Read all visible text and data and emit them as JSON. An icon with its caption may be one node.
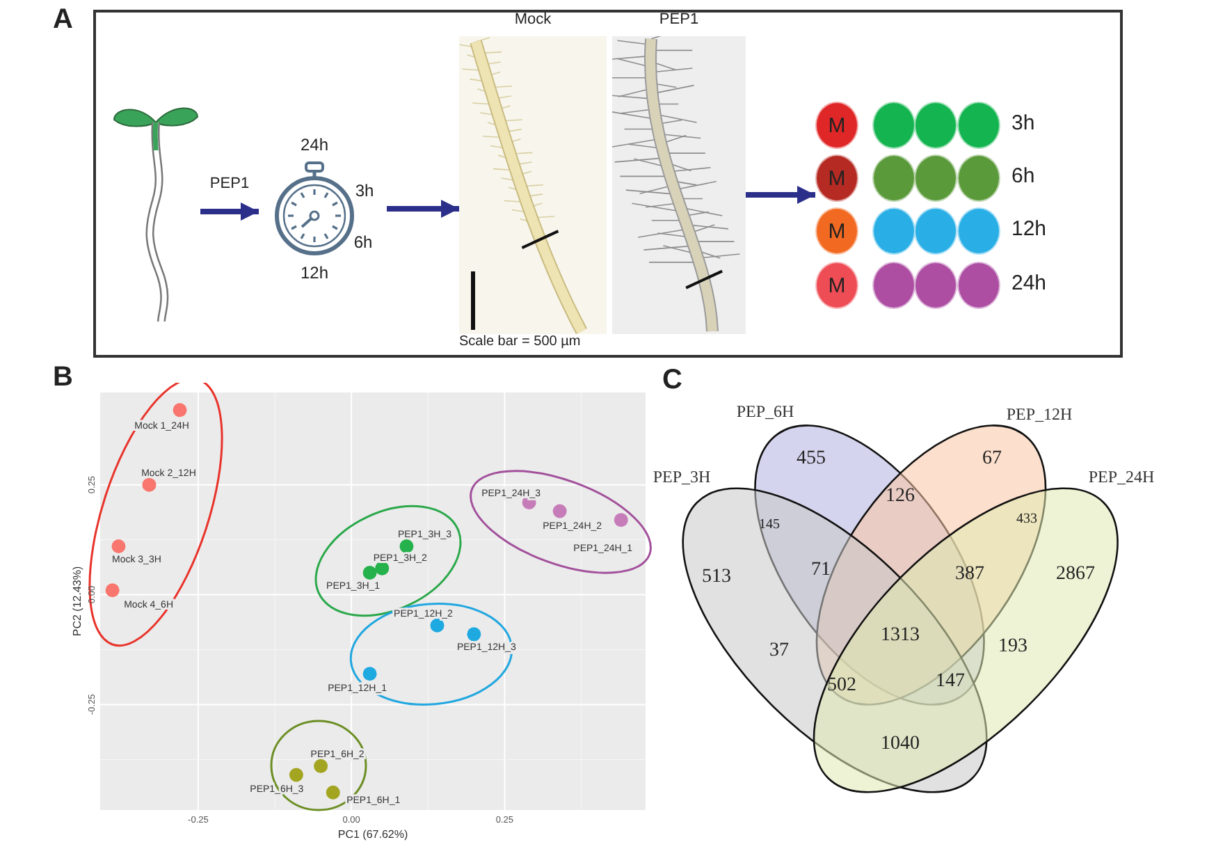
{
  "diagram": {
    "nodes": [
      {
        "text": [],
        "shape": "picture"
      },
      {
        "text": [
          "24h",
          "3h",
          "6h",
          "12h"
        ]
      },
      {
        "text": [
          "Mock"
        ]
      },
      {
        "text": [
          "PEP1"
        ]
      },
      {
        "text": [
          "M"
        ]
      },
      {
        "text": [],
        "shape": "circle"
      },
      {
        "text": [],
        "shape": "circle"
      },
      {
        "text": [],
        "shape": "circle"
      },
      {
        "text": [
          "M"
        ]
      },
      {
        "text": [],
        "shape": "circle"
      },
      {
        "text": [],
        "shape": "circle"
      },
      {
        "text": [],
        "shape": "circle"
      },
      {
        "text": [
          "M"
        ]
      },
      {
        "text": [],
        "shape": "circle"
      },
      {
        "text": [],
        "shape": "circle"
      },
      {
        "text": [],
        "shape": "circle"
      },
      {
        "text": [
          "M"
        ]
      },
      {
        "text": [],
        "shape": "circle"
      },
      {
        "text": [],
        "shape": "circle"
      },
      {
        "text": [],
        "shape": "circle"
      },
      {
        "text": [
          "PEP_6H"
        ]
      },
      {
        "text": [
          "PEP_12H"
        ]
      },
      {
        "text": [
          "PEP_3H"
        ]
      },
      {
        "text": [
          "PEP_24H"
        ]
      }
    ],
    "edges": [
      {
        "from": 0,
        "to": 1,
        "arrow": "to",
        "label": "PEP1"
      },
      {
        "from": 1,
        "to": 2,
        "arrow": "to"
      },
      {
        "from": 3,
        "to": 8,
        "arrow": "to"
      }
    ],
    "labels": [
      "A",
      "B",
      "C",
      "Scale bar = 500 µm",
      "3h",
      "6h",
      "12h",
      "24h",
      "455",
      "67",
      "126",
      "145",
      "433",
      "513",
      "71",
      "387",
      "2867",
      "1313",
      "37",
      "193",
      "502",
      "147",
      "1040"
    ],
    "chart_data": {
      "type": "scatter",
      "grid": true,
      "xlabel": "PC1 (67.62%)",
      "ylabel": "PC2 (12.43%)",
      "xlim": [
        -0.41,
        0.48
      ],
      "ylim": [
        -0.49,
        0.46
      ],
      "xticks": [
        {
          "value": -0.25,
          "label": "-0.25"
        },
        {
          "value": 0,
          "label": "0.00"
        },
        {
          "value": 0.25,
          "label": "0.25"
        }
      ],
      "yticks": [
        {
          "value": 0.25,
          "label": "0.25"
        },
        {
          "value": 0,
          "label": "0.00"
        },
        {
          "value": -0.25,
          "label": "-0.25"
        }
      ],
      "series": [
        {
          "color": "#f8766d",
          "x": [
            -0.28,
            -0.33,
            -0.38,
            -0.39
          ],
          "values": [
            0.42,
            0.25,
            0.11,
            0.01
          ]
        },
        {
          "color": "#25b14c",
          "x": [
            0.09,
            0.05,
            0.03
          ],
          "values": [
            0.11,
            0.06,
            0.05
          ]
        },
        {
          "color": "#1fa9e1",
          "x": [
            0.14,
            0.2,
            0.03
          ],
          "values": [
            -0.07,
            -0.09,
            -0.18
          ]
        },
        {
          "color": "#a3a520",
          "x": [
            -0.05,
            -0.09,
            -0.03
          ],
          "values": [
            -0.39,
            -0.41,
            -0.45
          ]
        },
        {
          "color": "#c77cba",
          "x": [
            0.29,
            0.34,
            0.44
          ],
          "values": [
            0.21,
            0.19,
            0.17
          ]
        }
      ],
      "annotations": [
        "Mock 1_24H",
        "Mock 2_12H",
        "Mock 3_3H",
        "Mock 4_6H",
        "PEP1_3H_3",
        "PEP1_3H_2",
        "PEP1_3H_1",
        "PEP1_12H_2",
        "PEP1_12H_3",
        "PEP1_12H_1",
        "PEP1_6H_2",
        "PEP1_6H_3",
        "PEP1_6H_1",
        "PEP1_24H_3",
        "PEP1_24H_2",
        "PEP1_24H_1"
      ]
    }
  }
}
